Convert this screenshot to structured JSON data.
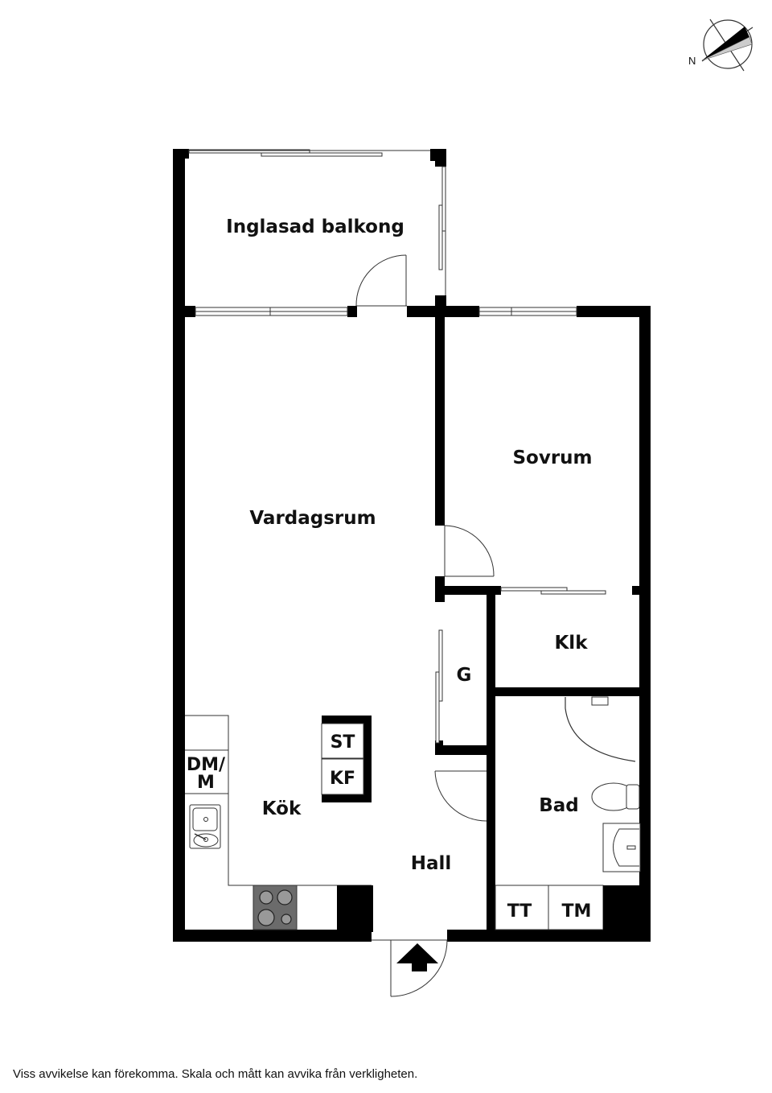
{
  "compass": {
    "label": "N",
    "icon": "north-arrow-icon"
  },
  "rooms": {
    "balcony": "Inglasad balkong",
    "living": "Vardagsrum",
    "bedroom": "Sovrum",
    "closet_klk": "Klk",
    "closet_g": "G",
    "bath": "Bad",
    "kitchen": "Kök",
    "hall": "Hall"
  },
  "fixtures": {
    "st": "ST",
    "kf": "KF",
    "dm_line1": "DM/",
    "dm_line2": "M",
    "tt": "TT",
    "tm": "TM"
  },
  "colors": {
    "wall": "#000000",
    "stove": "#6b6b6b",
    "background": "#ffffff"
  },
  "disclaimer": "Viss avvikelse kan förekomma. Skala och mått kan avvika från verkligheten."
}
